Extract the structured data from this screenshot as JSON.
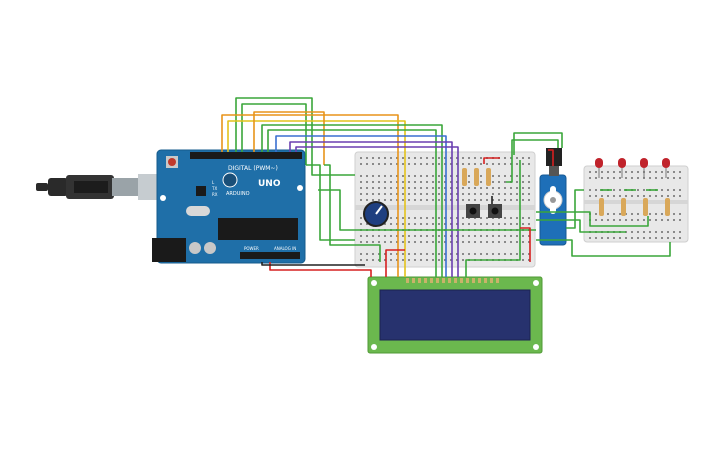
{
  "arduino": {
    "model_label": "UNO",
    "brand_label": "ARDUINO",
    "digital_label": "DIGITAL (PWM~)",
    "power_label": "POWER",
    "analog_label": "ANALOG IN",
    "tx_label": "TX",
    "rx_label": "RX",
    "l_label": "L"
  },
  "colors": {
    "board": "#1f6fa8",
    "breadboard": "#e8e8e8",
    "lcd_green": "#6bb84e",
    "lcd_screen": "#27326e",
    "servo": "#1e6fb8",
    "led": "#c0232b",
    "wire_green": "#3aa63a",
    "wire_orange": "#e8941a",
    "wire_yellow": "#e3c21b",
    "wire_red": "#d62020",
    "wire_blue": "#3a6fd0",
    "wire_purple": "#6a3fb0",
    "wire_black": "#222222"
  },
  "components": [
    "usb-cable",
    "arduino-uno",
    "breadboard-main",
    "potentiometer",
    "pushbutton",
    "servo-motor",
    "breadboard-small",
    "led-array",
    "lcd-16x2"
  ]
}
